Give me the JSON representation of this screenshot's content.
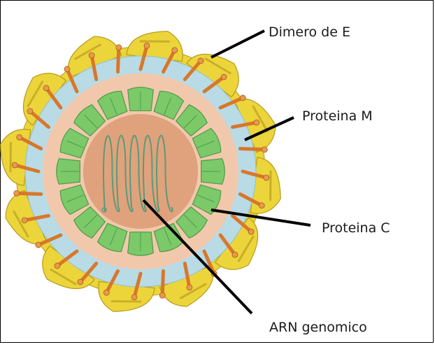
{
  "diagram": {
    "labels": {
      "e_dimer": "Dimero de E",
      "protein_m": "Proteina M",
      "protein_c": "Proteina C",
      "genomic_rna": "ARN genomico"
    },
    "colors": {
      "envelope_yellow": "#ecd53a",
      "envelope_outline": "#b79b1e",
      "membrane_blue": "#b8dbe6",
      "protein_m_orange": "#d9772a",
      "matrix_peach": "#f2c8ac",
      "capsid_green": "#7cc96a",
      "core_tan": "#dfa27c",
      "rna_green": "#5b9a7a",
      "leader_line": "#000000"
    },
    "counts": {
      "e_dimers": 12,
      "capsid_units": 16,
      "m_proteins": 28
    }
  }
}
